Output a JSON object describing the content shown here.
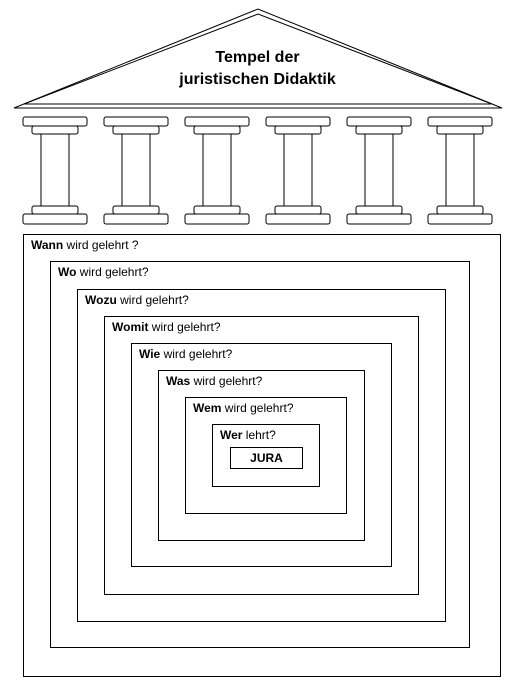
{
  "title": {
    "line1": "Tempel der",
    "line2": "juristischen Didaktik"
  },
  "levels": [
    {
      "bold": "Wann",
      "rest": " wird gelehrt ?"
    },
    {
      "bold": "Wo",
      "rest": " wird gelehrt?"
    },
    {
      "bold": "Wozu",
      "rest": " wird gelehrt?"
    },
    {
      "bold": "Womit",
      "rest": " wird gelehrt?"
    },
    {
      "bold": "Wie",
      "rest": " wird gelehrt?"
    },
    {
      "bold": "Was",
      "rest": " wird gelehrt?"
    },
    {
      "bold": "Wem",
      "rest": " wird gelehrt?"
    },
    {
      "bold": "Wer",
      "rest": " lehrt?"
    }
  ],
  "core": "JURA"
}
